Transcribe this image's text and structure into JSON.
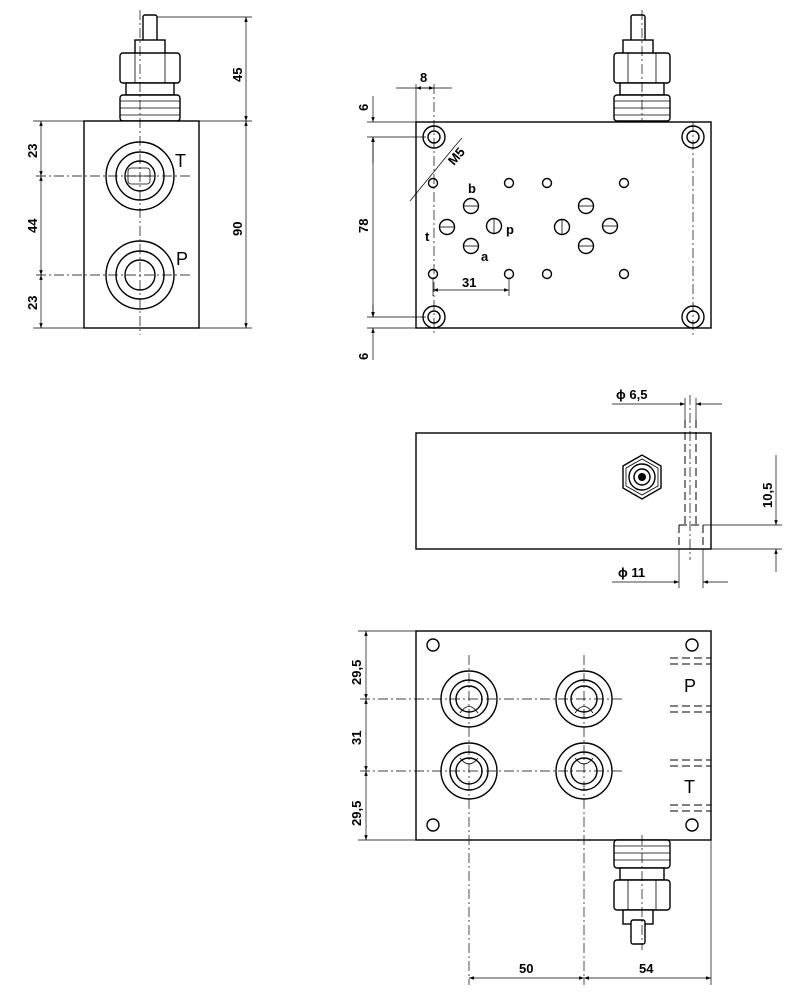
{
  "side_view": {
    "dims": {
      "top": "45",
      "d23a": "23",
      "d44": "44",
      "d23b": "23",
      "d90": "90"
    },
    "ports": {
      "t": "T",
      "p": "P"
    }
  },
  "top_view": {
    "dims": {
      "d8": "8",
      "d6a": "6",
      "d78": "78",
      "d6b": "6",
      "d31": "31",
      "thread": "M5"
    },
    "ports": {
      "b": "b",
      "t": "t",
      "p": "p",
      "a": "a"
    }
  },
  "front_view": {
    "dims": {
      "phi65": "ϕ 6,5",
      "phi11": "ϕ 11",
      "d105": "10,5"
    }
  },
  "bottom_view": {
    "dims": {
      "d295a": "29,5",
      "d31": "31",
      "d295b": "29,5",
      "d50": "50",
      "d54": "54"
    },
    "ports": {
      "p": "P",
      "t": "T"
    }
  }
}
